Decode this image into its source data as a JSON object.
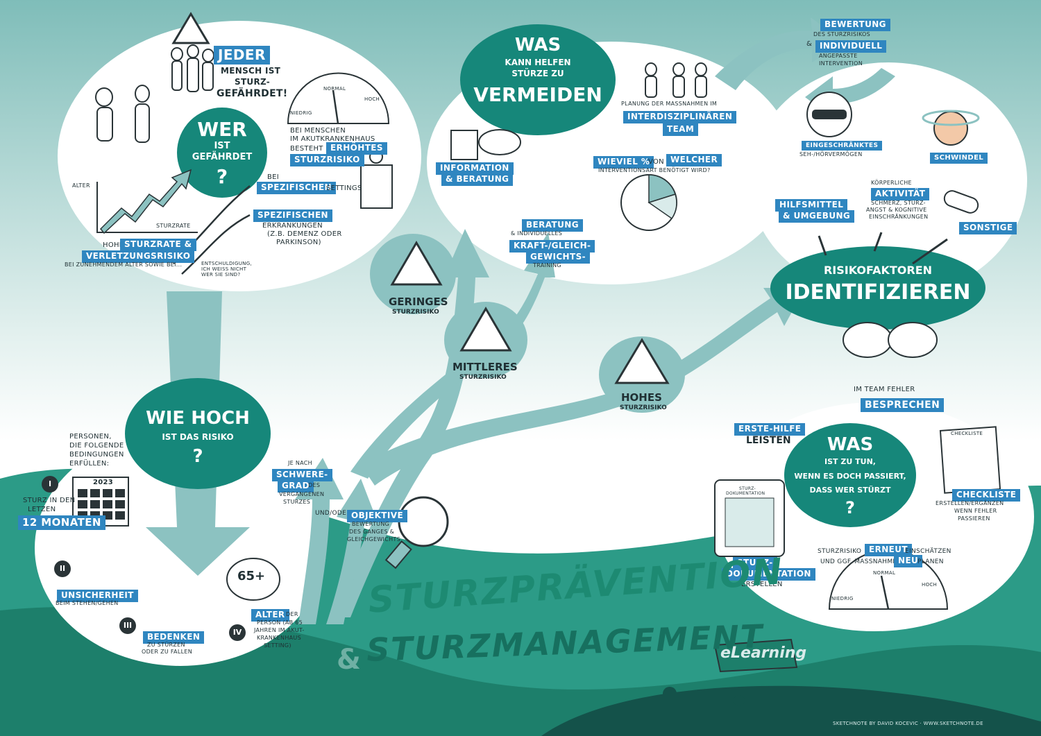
{
  "title": {
    "line1": "STURZPRÄVENTION",
    "amp": "&",
    "line2": "STURZMANAGEMENT"
  },
  "logo": "eLearning",
  "credit": "SKETCHNOTE BY DAVID KOCEVIC · WWW.SKETCHNOTE.DE",
  "jeder": {
    "tag": "JEDER",
    "line1": "MENSCH IST",
    "line2": "STURZ-",
    "line3": "GEFÄHRDET!"
  },
  "wer": {
    "l1": "WER",
    "l2": "IST",
    "l3": "GEFÄHRDET",
    "q": "?"
  },
  "akut": {
    "l1": "BEI MENSCHEN",
    "l2": "IM AKUTKRANKENHAUS",
    "l3": "BESTEHT",
    "tag1": "ERHÖHTES",
    "tag2": "STURZRISIKO"
  },
  "gauge_top": {
    "low": "NIEDRIG",
    "normal": "NORMAL",
    "high": "HOCH"
  },
  "settings": {
    "pre": "BEI",
    "tag": "SPEZIFISCHEN",
    "post": "SETTINGS"
  },
  "erkrankung": {
    "tag": "SPEZIFISCHEN",
    "l1": "ERKRANKUNGEN",
    "l2": "(Z.B. DEMENZ ODER",
    "l3": "PARKINSON)"
  },
  "speech": {
    "text": "ENTSCHULDIGUNG, ICH WEIß NICHT WER SIE SIND?"
  },
  "chart_labels": {
    "y": "ALTER",
    "x": "STURZRATE"
  },
  "hohe": {
    "pre": "HOHE",
    "tag1": "STURZRATE &",
    "tag2": "VERLETZUNGSRISIKO",
    "note": "BEI ZUNEHMENDEM ALTER SOWIE BEI..."
  },
  "was_vermeiden": {
    "l1": "WAS",
    "l2": "KANN HELFEN",
    "l3": "STÜRZE ZU",
    "l4": "VERMEIDEN",
    "q": "?"
  },
  "planung": {
    "l1": "PLANUNG DER MAßNAHMEN IM",
    "tag1": "INTERDISZIPLINÄREN",
    "tag2": "TEAM"
  },
  "bewertung": {
    "tag1": "BEWERTUNG",
    "l1": "DES STURZRISIKOS",
    "l2": "&",
    "tag2": "INDIVIDUELL",
    "l3": "ANGEPASSTE",
    "l4": "INTERVENTION"
  },
  "information": {
    "tag1": "INFORMATION",
    "tag2": "& BERATUNG"
  },
  "wieviel": {
    "tag": "WIEVIEL %",
    "mid": "VON",
    "tag2": "WELCHER",
    "l2": "INTERVENTIONSART BENÖTIGT WIRD?"
  },
  "beratung": {
    "tag1": "BERATUNG",
    "l1": "& INDIVIDUELLES",
    "tag2": "KRAFT-/GLEICH-",
    "tag3": "GEWICHTS-",
    "l2": "TRAINING"
  },
  "geringes": {
    "l1": "GERINGES",
    "l2": "STURZRISIKO"
  },
  "mittleres": {
    "l1": "MITTLERES",
    "l2": "STURZRISIKO"
  },
  "hohes": {
    "l1": "HOHES",
    "l2": "STURZRISIKO"
  },
  "seh": {
    "tag": "EINGESCHRÄNKTES",
    "l1": "SEH-/HÖRVERMÖGEN"
  },
  "schwindel": {
    "tag": "SCHWINDEL"
  },
  "hilfsmittel": {
    "tag1": "HILFSMITTEL",
    "tag2": "& UMGEBUNG"
  },
  "koerper": {
    "l1": "KÖRPERLICHE",
    "tag": "AKTIVITÄT",
    "l2": "SCHMERZ, STURZ-",
    "l3": "ANGST & KOGNITIVE",
    "l4": "EINSCHRÄNKUNGEN"
  },
  "sonstige": {
    "tag": "SONSTIGE"
  },
  "risiko": {
    "l1": "RISIKOFAKTOREN",
    "l2": "IDENTIFIZIEREN"
  },
  "team": {
    "l1": "IM TEAM FEHLER",
    "tag": "BESPRECHEN"
  },
  "erste": {
    "tag": "ERSTE-HILFE",
    "l1": "LEISTEN"
  },
  "was_tun": {
    "l1": "WAS",
    "l2": "IST ZU TUN,",
    "l3": "WENN ES DOCH PASSIERT,",
    "l4": "DASS WER STÜRZT",
    "q": "?"
  },
  "checkliste": {
    "paper": "CHECKLISTE",
    "tag": "CHECKLISTE",
    "l1": "ERSTELLEN/ERGÄNZEN",
    "l2": "WENN FEHLER",
    "l3": "PASSIEREN"
  },
  "doku": {
    "paper1": "STURZ-",
    "paper2": "DOKUMENTATION",
    "tag1": "STURZ-",
    "tag2": "DOKUMENTATION",
    "l1": "ERSTELLEN"
  },
  "erneut": {
    "l1": "STURZRISIKO",
    "tag1": "ERNEUT",
    "l2": "EINSCHÄTZEN",
    "l3": "UND GGF. MAßNAHMEN",
    "tag2": "NEU",
    "l4": "PLANEN"
  },
  "gauge_bottom": {
    "low": "NIEDRIG",
    "normal": "NORMAL",
    "high": "HOCH"
  },
  "wie_hoch": {
    "l1": "WIE HOCH",
    "l2": "IST DAS RISIKO",
    "q": "?"
  },
  "personen": {
    "l1": "PERSONEN,",
    "l2": "DIE FOLGENDE",
    "l3": "BEDINGUNGEN",
    "l4": "ERFÜLLEN:"
  },
  "calendar": {
    "year": "2023"
  },
  "c1": {
    "num": "I",
    "l1": "STURZ IN DEN",
    "l2": "LETZEN",
    "tag": "12 MONATEN"
  },
  "c2": {
    "num": "II",
    "tag": "UNSICHERHEIT",
    "l1": "BEIM STEHEN/GEHEN"
  },
  "c3": {
    "num": "III",
    "tag": "BEDENKEN",
    "l1": "ZU STÜRZEN",
    "l2": "ODER ZU FALLEN"
  },
  "c4": {
    "num": "IV",
    "tag": "ALTER",
    "l1": "DER",
    "l2": "PERSON (AB 65",
    "l3": "JAHREN IM AKUT-",
    "l4": "KRANKENHAUS",
    "l5": "SETTING)"
  },
  "age_badge": "65+",
  "schwere": {
    "l1": "JE NACH",
    "tag1": "SCHWERE-",
    "tag2": "GRAD",
    "l2": "DES",
    "l3": "VERGANGENEN",
    "l4": "STURZES"
  },
  "undoder": "UND/ODER",
  "objektive": {
    "tag": "OBJEKTIVE",
    "l1": "BEWERTUNG",
    "l2": "DES GANGES &",
    "l3": "GLEICHGEWICHTS"
  },
  "colors": {
    "teal": "#16877a",
    "light": "#8cc2c1",
    "blue": "#2f86c0",
    "dark": "#2a3437"
  }
}
